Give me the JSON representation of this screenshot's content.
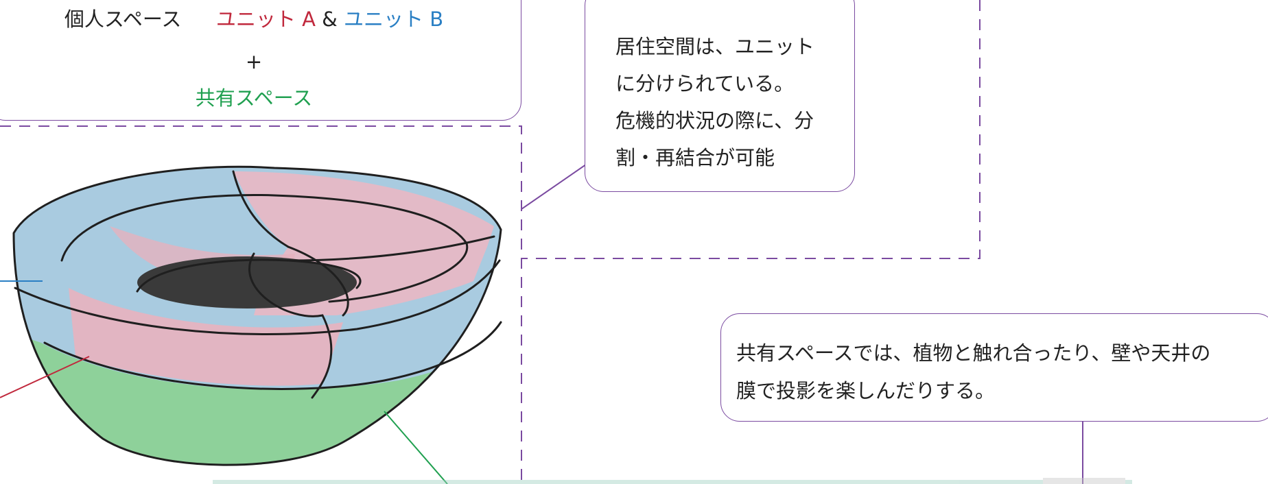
{
  "legend": {
    "personal_label": "個人スペース",
    "unit_a": "ユニット A",
    "amp": "&",
    "unit_b": "ユニット B",
    "plus": "+",
    "shared_label": "共有スペース"
  },
  "callouts": {
    "units_lines": [
      "居住空間は、ユニット",
      "に分けられている。",
      "危機的状況の際に、分",
      "割・再結合が可能"
    ],
    "shared_lines": [
      "共有スペースでは、植物と触れ合ったり、壁や天井の",
      "膜で投影を楽しんだりする。"
    ]
  },
  "colors": {
    "unit_a": "#c0283c",
    "unit_b": "#2a7fc4",
    "shared": "#20a050",
    "outline": "#7a4aa0"
  }
}
